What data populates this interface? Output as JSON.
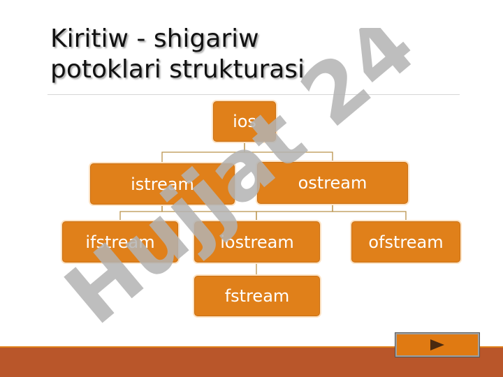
{
  "slide": {
    "title_line1": "Kiritiw - shigariw",
    "title_line2": "potoklari strukturasi"
  },
  "hierarchy": {
    "root": "ios",
    "level1": [
      "istream",
      "ostream"
    ],
    "level2": [
      "ifstream",
      "iostream",
      "ofstream"
    ],
    "level3": [
      "fstream"
    ],
    "edges": [
      [
        "ios",
        "istream"
      ],
      [
        "ios",
        "ostream"
      ],
      [
        "istream",
        "ifstream"
      ],
      [
        "istream",
        "iostream"
      ],
      [
        "ostream",
        "iostream"
      ],
      [
        "ostream",
        "ofstream"
      ],
      [
        "iostream",
        "fstream"
      ]
    ]
  },
  "watermark": {
    "text": "Hujjat 24",
    "color": "#b3b3b3",
    "accent_color": "#c9c0ff"
  },
  "colors": {
    "node_fill": "#e0801a",
    "connector": "#b9924a",
    "footer": "#b9562a"
  },
  "navigation": {
    "next_icon": "play-triangle-icon"
  }
}
